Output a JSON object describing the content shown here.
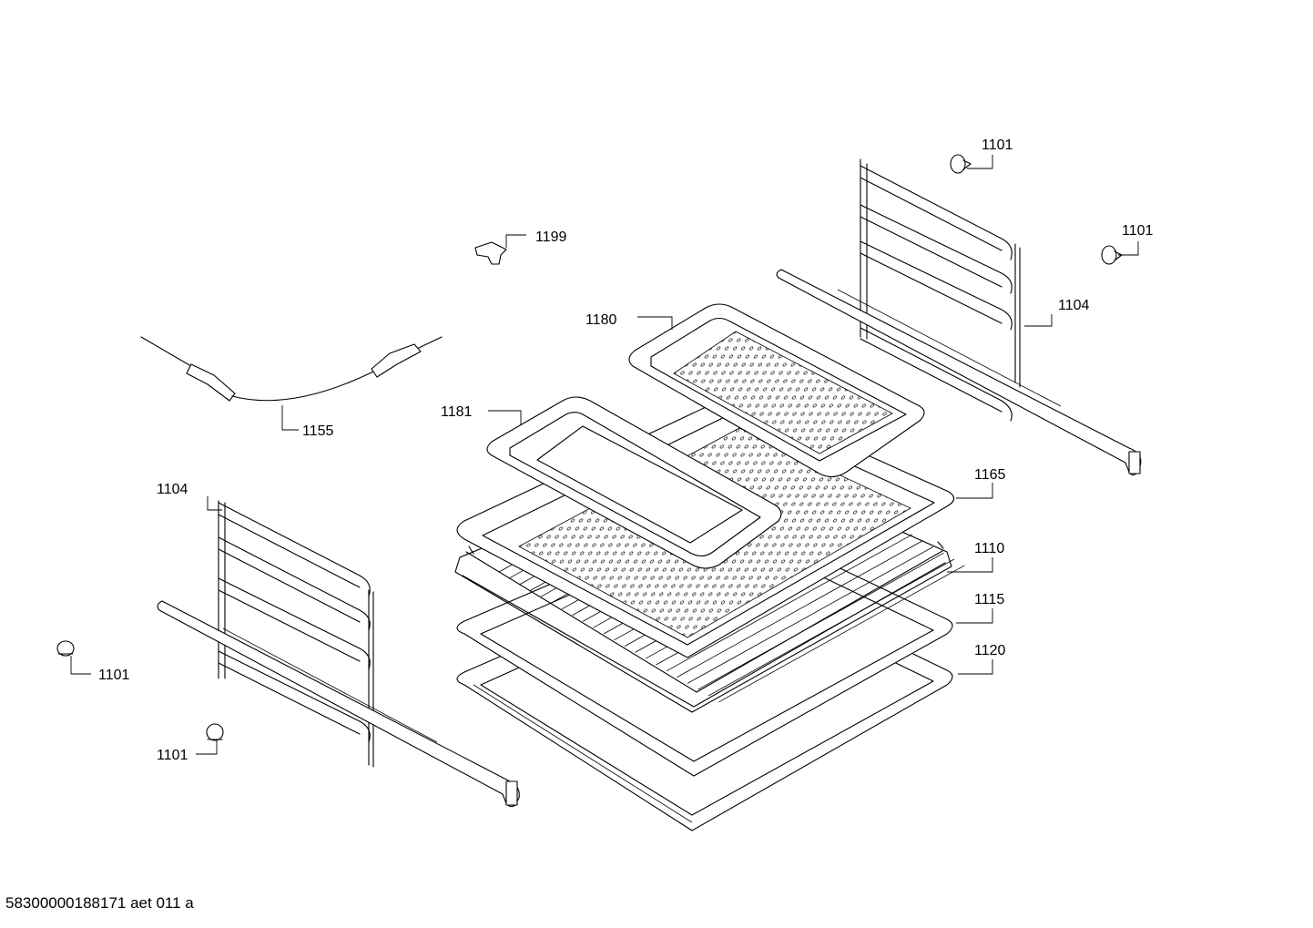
{
  "diagram": {
    "parts": [
      {
        "number": "1101"
      },
      {
        "number": "1101"
      },
      {
        "number": "1101"
      },
      {
        "number": "1101"
      },
      {
        "number": "1104"
      },
      {
        "number": "1104"
      },
      {
        "number": "1110"
      },
      {
        "number": "1115"
      },
      {
        "number": "1120"
      },
      {
        "number": "1155"
      },
      {
        "number": "1165"
      },
      {
        "number": "1180"
      },
      {
        "number": "1181"
      },
      {
        "number": "1199"
      }
    ]
  },
  "footer": {
    "document_code": "58300000188171 aet 011 a"
  }
}
